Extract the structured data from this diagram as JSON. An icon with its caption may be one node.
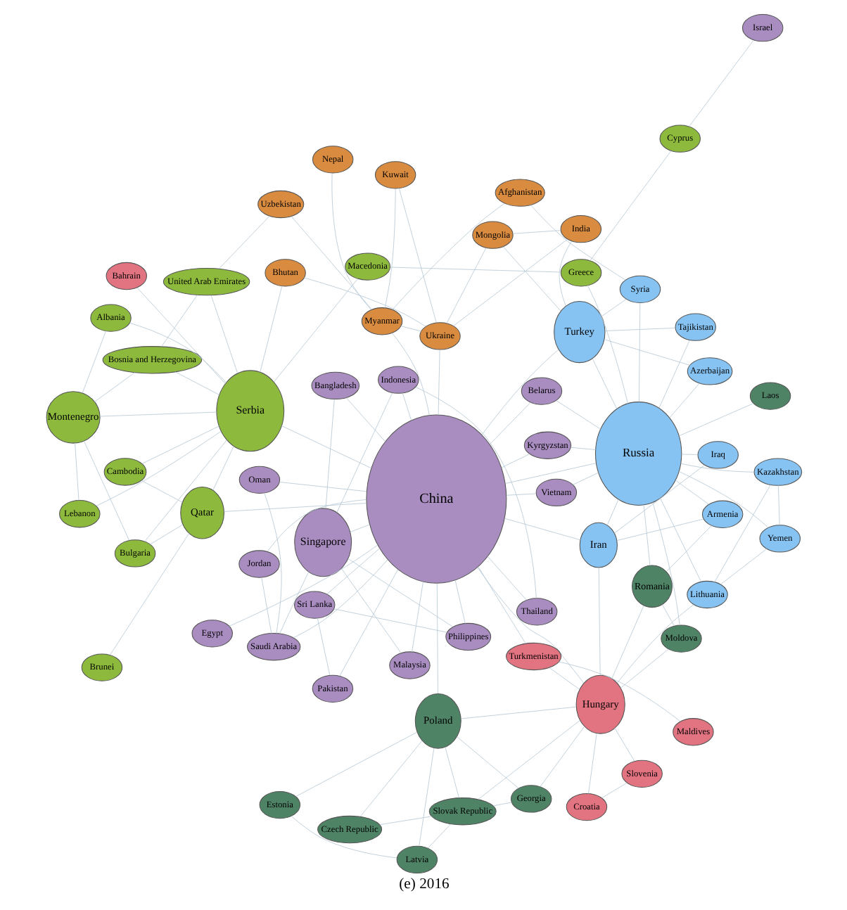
{
  "diagram": {
    "caption": "(e) 2016",
    "nodes": [
      {
        "text": [
          "Estonia"
        ]
      },
      {
        "text": [
          "Latvia"
        ]
      },
      {
        "text": [
          "Czech Republic"
        ]
      },
      {
        "text": [
          "Poland"
        ]
      },
      {
        "text": [
          "Slovak Republic"
        ]
      },
      {
        "text": [
          "Georgia"
        ]
      },
      {
        "text": [
          "Croatia"
        ]
      },
      {
        "text": [
          "Slovenia"
        ]
      },
      {
        "text": [
          "Hungary"
        ]
      },
      {
        "text": [
          "China"
        ]
      },
      {
        "text": [
          "Pakistan"
        ]
      },
      {
        "text": [
          "Sri Lanka"
        ]
      },
      {
        "text": [
          "Thailand"
        ]
      },
      {
        "text": [
          "Philippines"
        ]
      },
      {
        "text": [
          "Indonesia"
        ]
      },
      {
        "text": [
          "Malaysia"
        ]
      },
      {
        "text": [
          "Singapore"
        ]
      },
      {
        "text": [
          "Bangladesh"
        ]
      },
      {
        "text": [
          "Oman"
        ]
      },
      {
        "text": [
          "Jordan"
        ]
      },
      {
        "text": [
          "Saudi Arabia"
        ]
      },
      {
        "text": [
          "Egypt"
        ]
      },
      {
        "text": [
          "Iraq"
        ]
      },
      {
        "text": [
          "Iran"
        ]
      },
      {
        "text": [
          "Romania"
        ]
      },
      {
        "text": [
          "Lithuania"
        ]
      },
      {
        "text": [
          "Armenia"
        ]
      },
      {
        "text": [
          "Belarus"
        ]
      },
      {
        "text": [
          "Vietnam"
        ]
      },
      {
        "text": [
          "Moldova"
        ]
      },
      {
        "text": [
          "Kyrgyzstan"
        ]
      },
      {
        "text": [
          "Turkmenistan"
        ]
      },
      {
        "text": [
          "Brunei"
        ]
      },
      {
        "text": [
          "Qatar"
        ]
      },
      {
        "text": [
          "Kazakhstan"
        ]
      },
      {
        "text": [
          "Yemen"
        ]
      },
      {
        "text": [
          "Cyprus"
        ]
      },
      {
        "text": [
          "Greece"
        ]
      },
      {
        "text": [
          "Israel"
        ]
      },
      {
        "text": [
          "Bhutan"
        ]
      },
      {
        "text": [
          "Ukraine"
        ]
      },
      {
        "text": [
          "Mongolia"
        ]
      },
      {
        "text": [
          "Bulgaria"
        ]
      },
      {
        "text": [
          "Albania"
        ]
      },
      {
        "text": [
          "Macedonia"
        ]
      },
      {
        "text": [
          "Russia"
        ]
      },
      {
        "text": [
          "Laos"
        ]
      },
      {
        "text": [
          "India"
        ]
      },
      {
        "text": [
          "Cambodia"
        ]
      },
      {
        "text": [
          "Kuwait"
        ]
      },
      {
        "text": [
          "Montenegro"
        ]
      },
      {
        "text": [
          "Bahrain"
        ]
      },
      {
        "text": [
          "Turkey"
        ]
      },
      {
        "text": [
          "Serbia"
        ]
      },
      {
        "text": [
          "Maldives"
        ]
      },
      {
        "text": [
          "Lebanon"
        ]
      },
      {
        "text": [
          "Nepal"
        ]
      },
      {
        "text": [
          "Tajikistan"
        ]
      },
      {
        "text": [
          "Azerbaijan"
        ]
      },
      {
        "text": [
          "Bosnia and Herzegovina"
        ]
      },
      {
        "text": [
          "Syria"
        ]
      },
      {
        "text": [
          "United Arab Emirates"
        ]
      },
      {
        "text": [
          "Myanmar"
        ]
      },
      {
        "text": [
          "Afghanistan"
        ]
      },
      {
        "text": [
          "Uzbekistan"
        ]
      }
    ],
    "edges": [
      {
        "from": 0,
        "to": 1,
        "arrow": "none"
      },
      {
        "from": 0,
        "to": 3,
        "arrow": "none"
      },
      {
        "from": 1,
        "to": 3,
        "arrow": "none"
      },
      {
        "from": 1,
        "to": 4,
        "arrow": "none"
      },
      {
        "from": 2,
        "to": 3,
        "arrow": "none"
      },
      {
        "from": 2,
        "to": 4,
        "arrow": "none"
      },
      {
        "from": 3,
        "to": 4,
        "arrow": "none"
      },
      {
        "from": 4,
        "to": 5,
        "arrow": "none"
      },
      {
        "from": 3,
        "to": 5,
        "arrow": "none"
      },
      {
        "from": 3,
        "to": 9,
        "arrow": "none"
      },
      {
        "from": 5,
        "to": 8,
        "arrow": "none"
      },
      {
        "from": 4,
        "to": 8,
        "arrow": "none"
      },
      {
        "from": 3,
        "to": 8,
        "arrow": "none"
      },
      {
        "from": 6,
        "to": 8,
        "arrow": "none"
      },
      {
        "from": 7,
        "to": 8,
        "arrow": "none"
      },
      {
        "from": 6,
        "to": 7,
        "arrow": "none"
      },
      {
        "from": 8,
        "to": 9,
        "arrow": "none"
      },
      {
        "from": 8,
        "to": 31,
        "arrow": "none"
      },
      {
        "from": 8,
        "to": 24,
        "arrow": "none"
      },
      {
        "from": 8,
        "to": 23,
        "arrow": "none"
      },
      {
        "from": 8,
        "to": 25,
        "arrow": "none"
      },
      {
        "from": 8,
        "to": 29,
        "arrow": "none"
      },
      {
        "from": 9,
        "to": 10,
        "arrow": "none"
      },
      {
        "from": 9,
        "to": 11,
        "arrow": "none"
      },
      {
        "from": 9,
        "to": 12,
        "arrow": "none"
      },
      {
        "from": 9,
        "to": 13,
        "arrow": "none"
      },
      {
        "from": 9,
        "to": 14,
        "arrow": "none"
      },
      {
        "from": 9,
        "to": 15,
        "arrow": "none"
      },
      {
        "from": 9,
        "to": 16,
        "arrow": "none"
      },
      {
        "from": 9,
        "to": 17,
        "arrow": "none"
      },
      {
        "from": 9,
        "to": 18,
        "arrow": "none"
      },
      {
        "from": 9,
        "to": 19,
        "arrow": "none"
      },
      {
        "from": 9,
        "to": 20,
        "arrow": "none"
      },
      {
        "from": 9,
        "to": 21,
        "arrow": "none"
      },
      {
        "from": 9,
        "to": 27,
        "arrow": "none"
      },
      {
        "from": 9,
        "to": 28,
        "arrow": "none"
      },
      {
        "from": 9,
        "to": 30,
        "arrow": "none"
      },
      {
        "from": 9,
        "to": 45,
        "arrow": "none"
      },
      {
        "from": 9,
        "to": 23,
        "arrow": "none"
      },
      {
        "from": 9,
        "to": 52,
        "arrow": "none"
      },
      {
        "from": 9,
        "to": 53,
        "arrow": "none"
      },
      {
        "from": 9,
        "to": 33,
        "arrow": "none"
      },
      {
        "from": 9,
        "to": 40,
        "arrow": "none"
      },
      {
        "from": 9,
        "to": 31,
        "arrow": "none"
      },
      {
        "from": 9,
        "to": 62,
        "arrow": "none"
      },
      {
        "from": 10,
        "to": 11,
        "arrow": "none"
      },
      {
        "from": 12,
        "to": 14,
        "arrow": "none"
      },
      {
        "from": 14,
        "to": 16,
        "arrow": "none"
      },
      {
        "from": 15,
        "to": 16,
        "arrow": "none"
      },
      {
        "from": 17,
        "to": 16,
        "arrow": "none"
      },
      {
        "from": 16,
        "to": 20,
        "arrow": "none"
      },
      {
        "from": 18,
        "to": 20,
        "arrow": "none"
      },
      {
        "from": 19,
        "to": 20,
        "arrow": "none"
      },
      {
        "from": 13,
        "to": 16,
        "arrow": "none"
      },
      {
        "from": 11,
        "to": 13,
        "arrow": "none"
      },
      {
        "from": 45,
        "to": 34,
        "arrow": "none"
      },
      {
        "from": 45,
        "to": 35,
        "arrow": "none"
      },
      {
        "from": 45,
        "to": 25,
        "arrow": "none"
      },
      {
        "from": 45,
        "to": 29,
        "arrow": "none"
      },
      {
        "from": 45,
        "to": 26,
        "arrow": "none"
      },
      {
        "from": 45,
        "to": 23,
        "arrow": "none"
      },
      {
        "from": 45,
        "to": 22,
        "arrow": "none"
      },
      {
        "from": 45,
        "to": 52,
        "arrow": "none"
      },
      {
        "from": 45,
        "to": 57,
        "arrow": "none"
      },
      {
        "from": 45,
        "to": 58,
        "arrow": "none"
      },
      {
        "from": 45,
        "to": 60,
        "arrow": "none"
      },
      {
        "from": 45,
        "to": 46,
        "arrow": "none"
      },
      {
        "from": 45,
        "to": 37,
        "arrow": "none"
      },
      {
        "from": 45,
        "to": 27,
        "arrow": "none"
      },
      {
        "from": 45,
        "to": 28,
        "arrow": "none"
      },
      {
        "from": 45,
        "to": 30,
        "arrow": "none"
      },
      {
        "from": 45,
        "to": 24,
        "arrow": "none"
      },
      {
        "from": 25,
        "to": 34,
        "arrow": "none"
      },
      {
        "from": 25,
        "to": 35,
        "arrow": "none"
      },
      {
        "from": 34,
        "to": 35,
        "arrow": "none"
      },
      {
        "from": 24,
        "to": 26,
        "arrow": "none"
      },
      {
        "from": 24,
        "to": 29,
        "arrow": "none"
      },
      {
        "from": 23,
        "to": 22,
        "arrow": "none"
      },
      {
        "from": 23,
        "to": 26,
        "arrow": "none"
      },
      {
        "from": 52,
        "to": 57,
        "arrow": "none"
      },
      {
        "from": 52,
        "to": 58,
        "arrow": "none"
      },
      {
        "from": 52,
        "to": 60,
        "arrow": "none"
      },
      {
        "from": 52,
        "to": 47,
        "arrow": "none"
      },
      {
        "from": 52,
        "to": 41,
        "arrow": "none"
      },
      {
        "from": 53,
        "to": 50,
        "arrow": "none"
      },
      {
        "from": 53,
        "to": 55,
        "arrow": "none"
      },
      {
        "from": 53,
        "to": 59,
        "arrow": "none"
      },
      {
        "from": 53,
        "to": 61,
        "arrow": "none"
      },
      {
        "from": 53,
        "to": 44,
        "arrow": "none"
      },
      {
        "from": 53,
        "to": 48,
        "arrow": "none"
      },
      {
        "from": 53,
        "to": 33,
        "arrow": "none"
      },
      {
        "from": 53,
        "to": 51,
        "arrow": "none"
      },
      {
        "from": 53,
        "to": 42,
        "arrow": "none"
      },
      {
        "from": 53,
        "to": 43,
        "arrow": "none"
      },
      {
        "from": 33,
        "to": 32,
        "arrow": "none"
      },
      {
        "from": 33,
        "to": 42,
        "arrow": "none"
      },
      {
        "from": 33,
        "to": 48,
        "arrow": "none"
      },
      {
        "from": 50,
        "to": 43,
        "arrow": "none"
      },
      {
        "from": 50,
        "to": 42,
        "arrow": "none"
      },
      {
        "from": 50,
        "to": 55,
        "arrow": "none"
      },
      {
        "from": 50,
        "to": 59,
        "arrow": "none"
      },
      {
        "from": 59,
        "to": 61,
        "arrow": "none"
      },
      {
        "from": 61,
        "to": 64,
        "arrow": "none"
      },
      {
        "from": 37,
        "to": 36,
        "arrow": "none"
      },
      {
        "from": 37,
        "to": 44,
        "arrow": "none"
      },
      {
        "from": 36,
        "to": 38,
        "arrow": "none"
      },
      {
        "from": 40,
        "to": 39,
        "arrow": "none"
      },
      {
        "from": 40,
        "to": 47,
        "arrow": "none"
      },
      {
        "from": 40,
        "to": 49,
        "arrow": "none"
      },
      {
        "from": 40,
        "to": 62,
        "arrow": "none"
      },
      {
        "from": 40,
        "to": 41,
        "arrow": "none"
      },
      {
        "from": 49,
        "to": 62,
        "arrow": "none"
      },
      {
        "from": 56,
        "to": 62,
        "arrow": "none"
      },
      {
        "from": 62,
        "to": 63,
        "arrow": "none"
      },
      {
        "from": 62,
        "to": 64,
        "arrow": "none"
      },
      {
        "from": 39,
        "to": 53,
        "arrow": "none"
      },
      {
        "from": 47,
        "to": 41,
        "arrow": "none"
      },
      {
        "from": 63,
        "to": 60,
        "arrow": "none"
      },
      {
        "from": 54,
        "to": 31,
        "arrow": "none"
      }
    ]
  }
}
